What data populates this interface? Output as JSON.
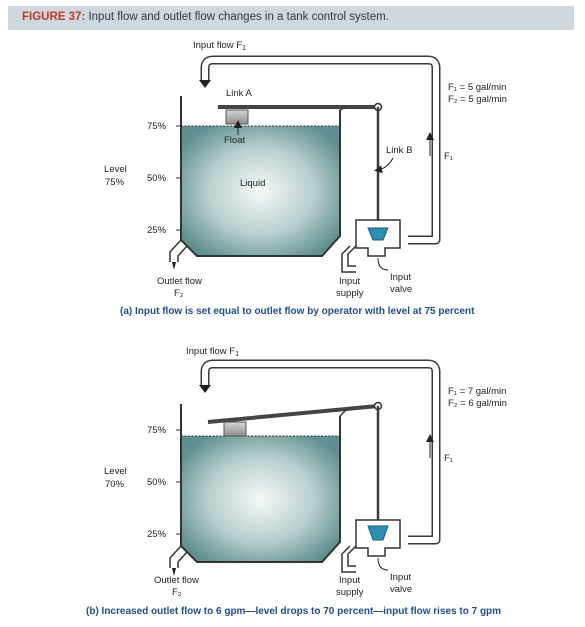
{
  "figure": {
    "number": "FIGURE 37:",
    "title": "Input flow and outlet flow changes in a tank control system."
  },
  "diagram_a": {
    "input_flow_label": "Input flow F",
    "input_flow_sub": "1",
    "flow_line1": "F₁ = 5 gal/min",
    "flow_line2": "F₂ = 5 gal/min",
    "link_a": "Link A",
    "float": "Float",
    "link_b": "Link B",
    "liquid": "Liquid",
    "level_label": "Level",
    "level_value": "75%",
    "tick_75": "75%",
    "tick_50": "50%",
    "tick_25": "25%",
    "outlet_flow": "Outlet flow",
    "outlet_sub": "F₂",
    "input_supply_1": "Input",
    "input_supply_2": "supply",
    "input_valve_1": "Input",
    "input_valve_2": "valve",
    "f1_arrow": "F₁",
    "caption": "(a) Input flow is set equal to outlet flow by operator with level at 75 percent"
  },
  "diagram_b": {
    "input_flow_label": "Input flow F",
    "input_flow_sub": "1",
    "flow_line1": "F₁ = 7 gal/min",
    "flow_line2": "F₂ = 6 gal/min",
    "level_label": "Level",
    "level_value": "70%",
    "tick_75": "75%",
    "tick_50": "50%",
    "tick_25": "25%",
    "outlet_flow": "Outlet flow",
    "outlet_sub": "F₂",
    "input_supply_1": "Input",
    "input_supply_2": "supply",
    "input_valve_1": "Input",
    "input_valve_2": "valve",
    "f1_arrow": "F₁",
    "caption": "(b) Increased outlet flow to 6 gpm—level drops to 70 percent—input flow rises to 7 gpm"
  },
  "colors": {
    "header_bg": "#cfd8de",
    "figure_number": "#c0392b",
    "liquid_center": "#f4f7f7",
    "liquid_edge": "#6f9b9c",
    "pipe": "#3a3a3a",
    "valve": "#2d8fb3",
    "caption": "#1f4e8c"
  }
}
